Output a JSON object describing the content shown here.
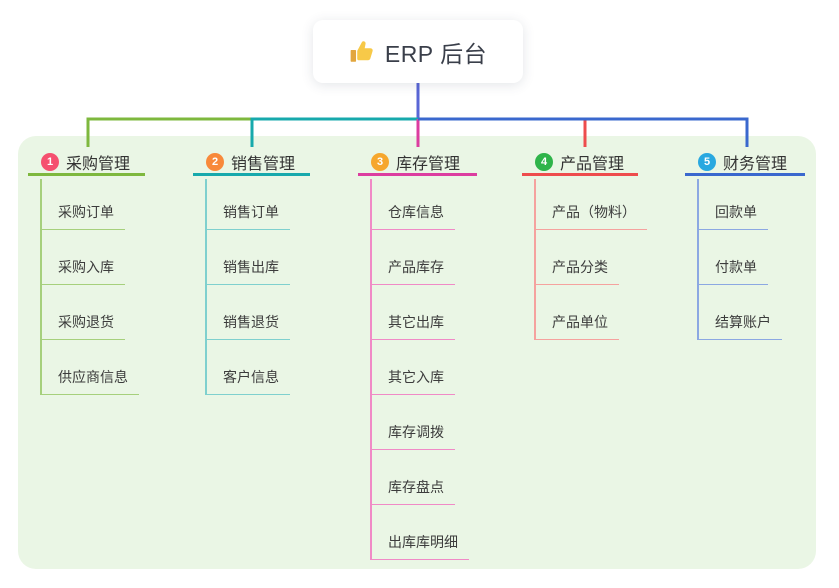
{
  "root": {
    "title": "ERP 后台",
    "icon": "thumbs-up-icon"
  },
  "colors": {
    "root_connector": "#5966D6",
    "panel_bg": "#EAF6E5",
    "card_bg": "#FFFFFF",
    "title_text": "#3A3F4A",
    "label_text": "#333333",
    "child_text": "#3C3C3C",
    "thumb_yellow": "#F7C948"
  },
  "branches": [
    {
      "index": "1",
      "label": "采购管理",
      "color": "#7EB83E",
      "light_color": "#A6D07C",
      "badge_color": "#F5506F",
      "children": [
        "采购订单",
        "采购入库",
        "采购退货",
        "供应商信息"
      ]
    },
    {
      "index": "2",
      "label": "销售管理",
      "color": "#17A9AC",
      "light_color": "#7FD0CE",
      "badge_color": "#F8893A",
      "children": [
        "销售订单",
        "销售出库",
        "销售退货",
        "客户信息"
      ]
    },
    {
      "index": "3",
      "label": "库存管理",
      "color": "#DC3DA0",
      "light_color": "#F08AC6",
      "badge_color": "#F6A72D",
      "children": [
        "仓库信息",
        "产品库存",
        "其它出库",
        "其它入库",
        "库存调拨",
        "库存盘点",
        "出库库明细"
      ]
    },
    {
      "index": "4",
      "label": "产品管理",
      "color": "#EE4C4D",
      "light_color": "#F5A29E",
      "badge_color": "#2FB44A",
      "children": [
        "产品（物料）",
        "产品分类",
        "产品单位"
      ]
    },
    {
      "index": "5",
      "label": "财务管理",
      "color": "#3A68CE",
      "light_color": "#8CA8E2",
      "badge_color": "#29A8E0",
      "children": [
        "回款单",
        "付款单",
        "结算账户"
      ]
    }
  ]
}
